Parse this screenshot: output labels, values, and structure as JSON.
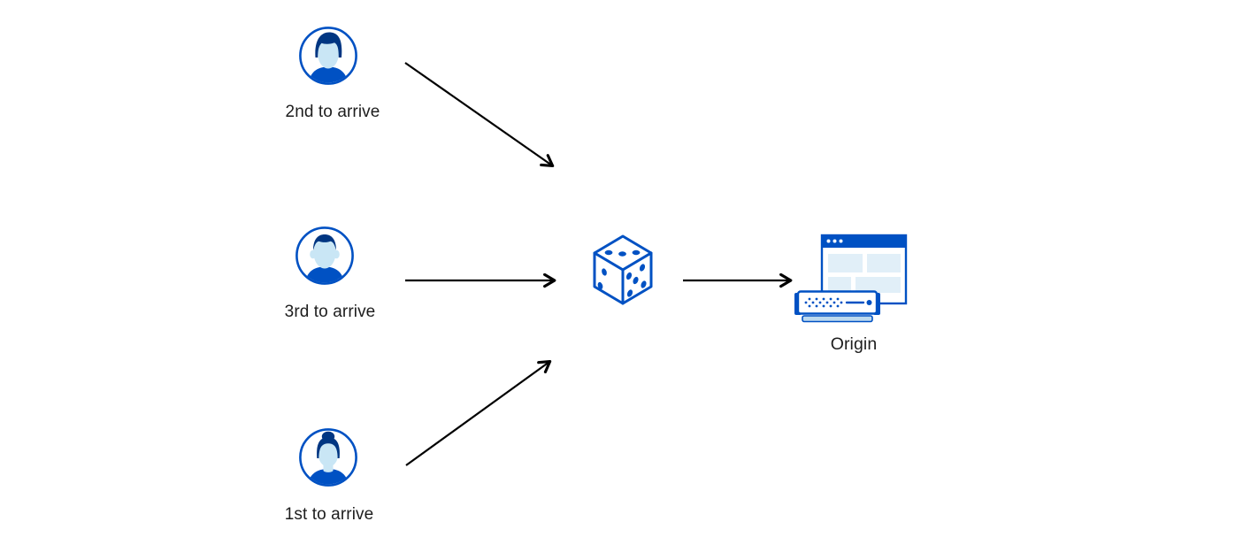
{
  "diagram": {
    "clients": [
      {
        "label": "2nd to arrive",
        "icon": "male-user-avatar-icon"
      },
      {
        "label": "3rd to arrive",
        "icon": "male-user-short-hair-avatar-icon"
      },
      {
        "label": "1st to arrive",
        "icon": "female-user-avatar-icon"
      }
    ],
    "randomizer": {
      "icon": "dice-icon"
    },
    "origin": {
      "label": "Origin",
      "icon": "origin-server-browser-icon"
    },
    "arrows": [
      {
        "from": "client-2nd-to-arrive",
        "to": "dice"
      },
      {
        "from": "client-3rd-to-arrive",
        "to": "dice"
      },
      {
        "from": "client-1st-to-arrive",
        "to": "dice"
      },
      {
        "from": "dice",
        "to": "origin"
      }
    ],
    "colors": {
      "primary_blue": "#0051c3",
      "dark_navy_hair": "#003682",
      "light_blue_skin": "#c9e6f5",
      "pale_blue_block": "#e1eff8",
      "server_base_blue": "#bcd9ee",
      "arrow_black": "#000000",
      "text": "#1d1d1d",
      "background": "#ffffff"
    }
  }
}
